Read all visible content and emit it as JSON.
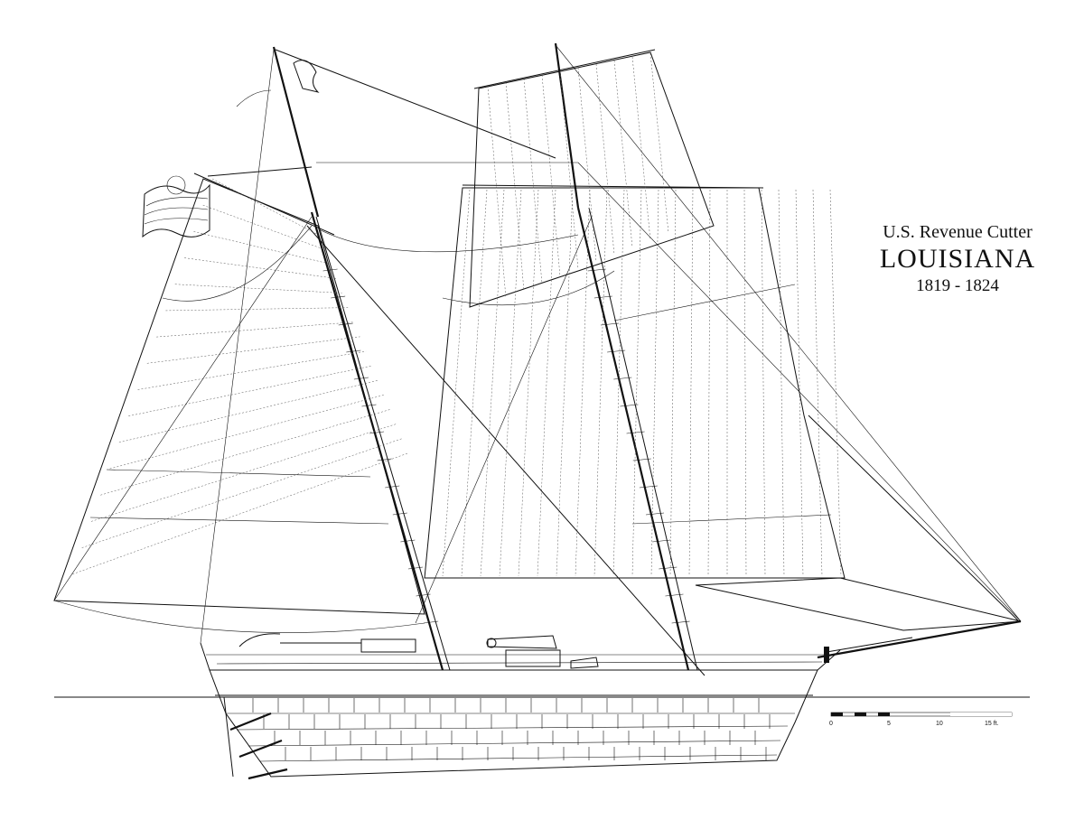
{
  "title": {
    "subtitle": "U.S. Revenue Cutter",
    "name": "LOUISIANA",
    "years": "1819 - 1824"
  },
  "scale_bar": {
    "ticks": [
      "0",
      "5",
      "10",
      "15 ft."
    ]
  },
  "icons": [
    "flag-icon",
    "pennant-icon",
    "cannon-icon"
  ],
  "colors": {
    "ink": "#111111",
    "paper": "#ffffff"
  }
}
